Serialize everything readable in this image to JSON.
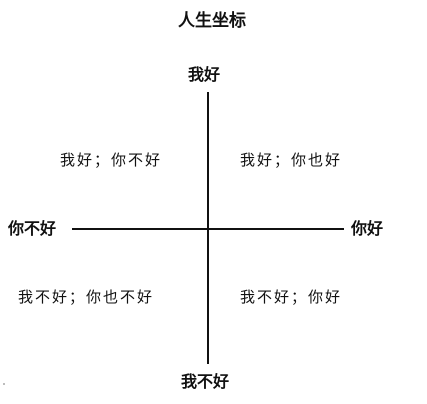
{
  "title": "人生坐标",
  "axes": {
    "top": "我好",
    "bottom": "我不好",
    "left": "你不好",
    "right": "你好"
  },
  "quadrants": {
    "top_left": "我好；你不好",
    "top_right": "我好；你也好",
    "bottom_left": "我不好；你也不好",
    "bottom_right": "我不好；你好"
  },
  "colors": {
    "ink": "#111111",
    "background": "#ffffff"
  }
}
